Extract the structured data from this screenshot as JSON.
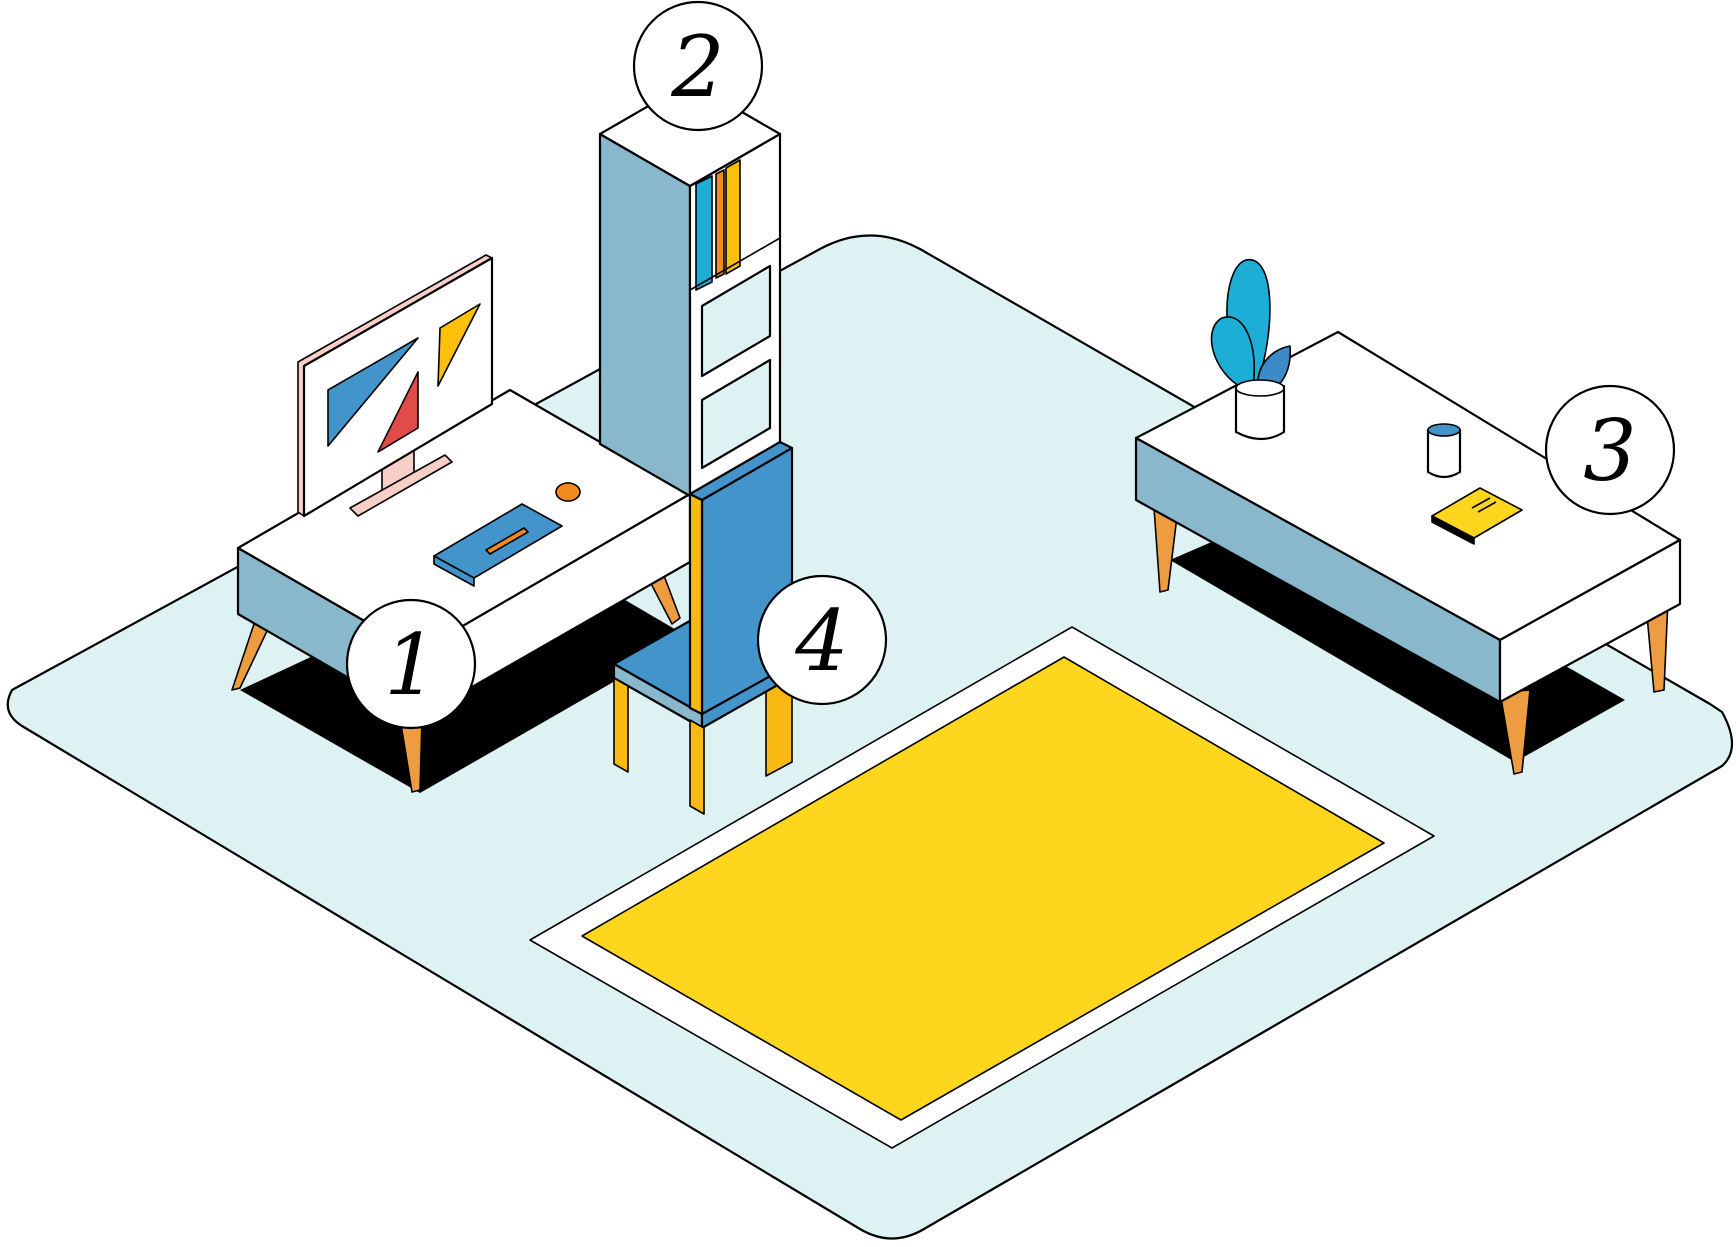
{
  "colors": {
    "floor": "#def2f3",
    "rug_border": "#ffffff",
    "rug": "#fed61d",
    "table_top": "#ffffff",
    "table_side": "#89b7cb",
    "leg": "#ee9c41",
    "shadow": "#000000",
    "shelf_side": "#89b7cb",
    "shelf_front": "#def2f3",
    "book_blue": "#1daed6",
    "book_orange": "#f28a1f",
    "book_yellow": "#fcbf0c",
    "chair_blue": "#4494cc",
    "chair_yellow": "#f8ba12",
    "monitor_frame": "#f8cfc7",
    "shape_blue": "#4494cc",
    "shape_red": "#e04c47",
    "shape_yellow": "#fcbf0c",
    "keyboard": "#4494cc",
    "keyboard_detail": "#f28a1f",
    "mouse": "#f28a1f",
    "leaf_blue": "#1daed6",
    "leaf_dark": "#3c8bc8",
    "notebook": "#fed61d",
    "cup_water": "#4494cc"
  },
  "icons": {
    "desk": "desk-icon",
    "bookshelf": "bookshelf-icon",
    "side_table": "side-table-icon",
    "chair": "chair-icon"
  },
  "callouts": [
    {
      "label": "1",
      "target": "desk"
    },
    {
      "label": "2",
      "target": "bookshelf"
    },
    {
      "label": "3",
      "target": "side-table"
    },
    {
      "label": "4",
      "target": "chair"
    }
  ]
}
